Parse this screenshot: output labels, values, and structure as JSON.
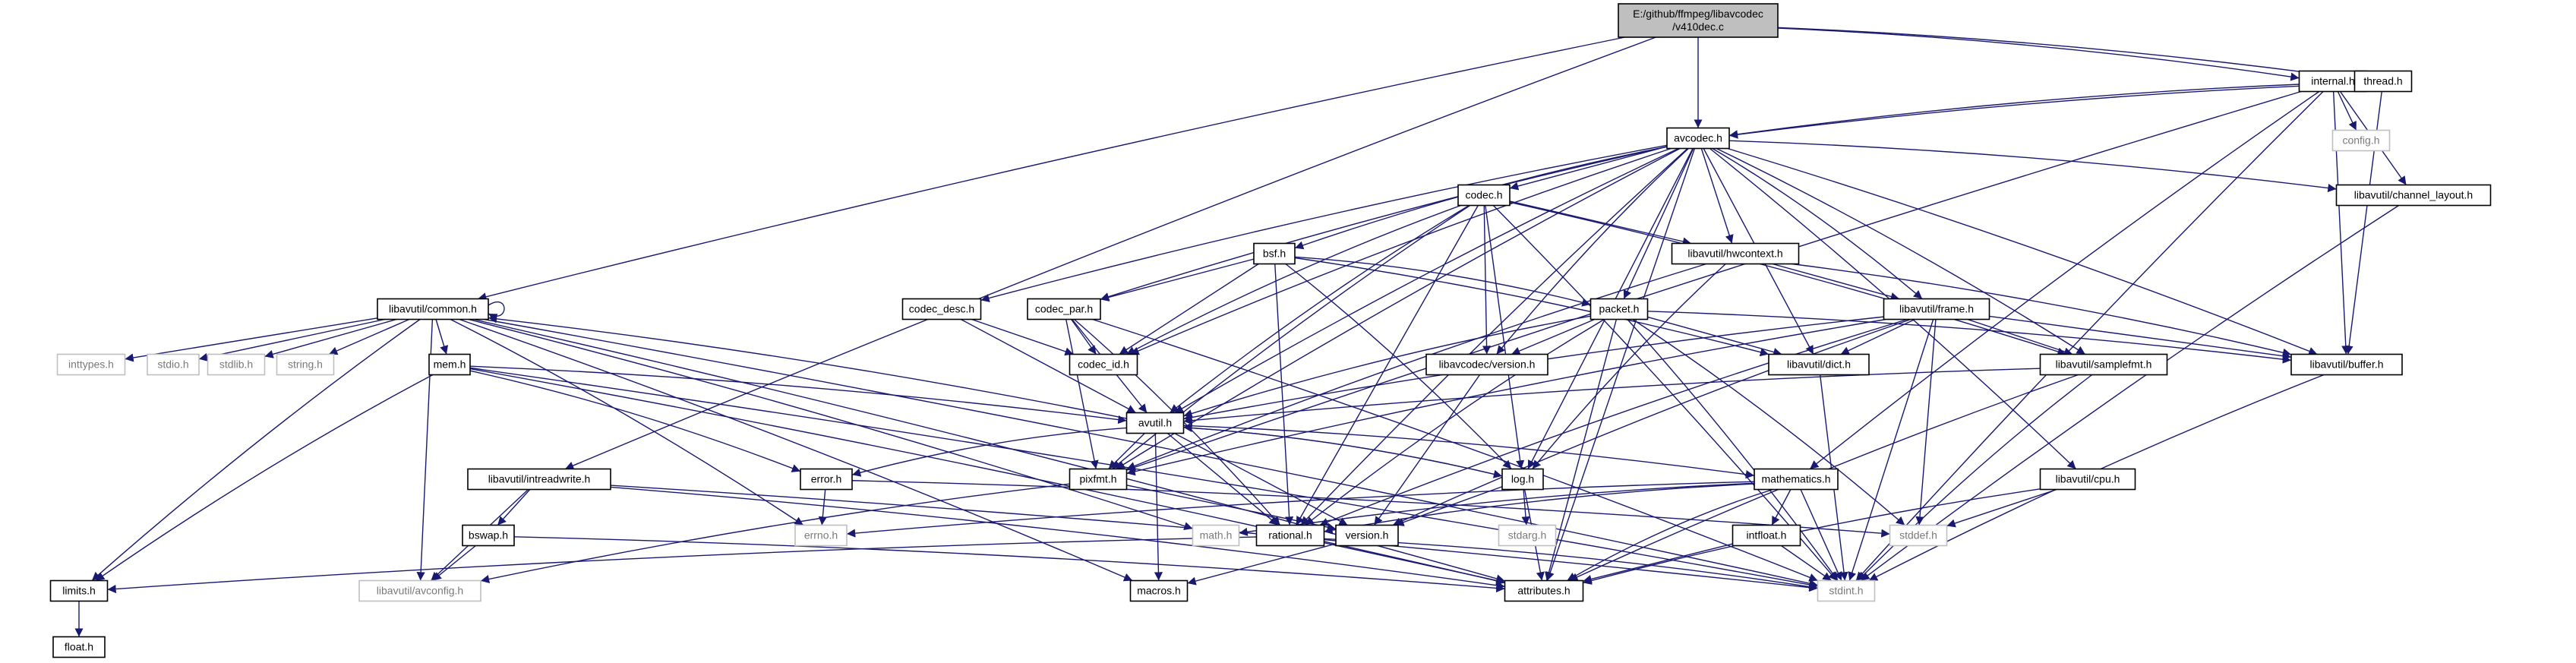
{
  "graph": {
    "colors": {
      "edge": "#191970",
      "root_fill": "#bfbfbf",
      "external_border": "#bfbfbf",
      "internal_border": "#000000"
    },
    "nodes": [
      {
        "id": "root",
        "lines": [
          "E:/github/ffmpeg/libavcodec",
          "/v410dec.c"
        ],
        "kind": "root"
      },
      {
        "id": "internal",
        "lines": [
          "internal.h"
        ],
        "kind": "int"
      },
      {
        "id": "thread",
        "lines": [
          "thread.h"
        ],
        "kind": "int"
      },
      {
        "id": "config",
        "lines": [
          "config.h"
        ],
        "kind": "ext"
      },
      {
        "id": "avcodec",
        "lines": [
          "avcodec.h"
        ],
        "kind": "int"
      },
      {
        "id": "channel_layout",
        "lines": [
          "libavutil/channel_layout.h"
        ],
        "kind": "int"
      },
      {
        "id": "codec",
        "lines": [
          "codec.h"
        ],
        "kind": "int"
      },
      {
        "id": "hwcontext",
        "lines": [
          "libavutil/hwcontext.h"
        ],
        "kind": "int"
      },
      {
        "id": "bsf",
        "lines": [
          "bsf.h"
        ],
        "kind": "int"
      },
      {
        "id": "common",
        "lines": [
          "libavutil/common.h"
        ],
        "kind": "int"
      },
      {
        "id": "codec_desc",
        "lines": [
          "codec_desc.h"
        ],
        "kind": "int"
      },
      {
        "id": "codec_par",
        "lines": [
          "codec_par.h"
        ],
        "kind": "int"
      },
      {
        "id": "packet",
        "lines": [
          "packet.h"
        ],
        "kind": "int"
      },
      {
        "id": "frame",
        "lines": [
          "libavutil/frame.h"
        ],
        "kind": "int"
      },
      {
        "id": "inttypes",
        "lines": [
          "inttypes.h"
        ],
        "kind": "ext"
      },
      {
        "id": "stdio",
        "lines": [
          "stdio.h"
        ],
        "kind": "ext"
      },
      {
        "id": "stdlib",
        "lines": [
          "stdlib.h"
        ],
        "kind": "ext"
      },
      {
        "id": "string",
        "lines": [
          "string.h"
        ],
        "kind": "ext"
      },
      {
        "id": "mem",
        "lines": [
          "mem.h"
        ],
        "kind": "int"
      },
      {
        "id": "codec_id",
        "lines": [
          "codec_id.h"
        ],
        "kind": "int"
      },
      {
        "id": "lavc_version",
        "lines": [
          "libavcodec/version.h"
        ],
        "kind": "int"
      },
      {
        "id": "dict",
        "lines": [
          "libavutil/dict.h"
        ],
        "kind": "int"
      },
      {
        "id": "samplefmt",
        "lines": [
          "libavutil/samplefmt.h"
        ],
        "kind": "int"
      },
      {
        "id": "buffer",
        "lines": [
          "libavutil/buffer.h"
        ],
        "kind": "int"
      },
      {
        "id": "avutil",
        "lines": [
          "avutil.h"
        ],
        "kind": "int"
      },
      {
        "id": "intreadwrite",
        "lines": [
          "libavutil/intreadwrite.h"
        ],
        "kind": "int"
      },
      {
        "id": "error",
        "lines": [
          "error.h"
        ],
        "kind": "int"
      },
      {
        "id": "pixfmt",
        "lines": [
          "pixfmt.h"
        ],
        "kind": "int"
      },
      {
        "id": "log",
        "lines": [
          "log.h"
        ],
        "kind": "int"
      },
      {
        "id": "mathematics",
        "lines": [
          "mathematics.h"
        ],
        "kind": "int"
      },
      {
        "id": "cpu",
        "lines": [
          "libavutil/cpu.h"
        ],
        "kind": "int"
      },
      {
        "id": "bswap",
        "lines": [
          "bswap.h"
        ],
        "kind": "int"
      },
      {
        "id": "errno",
        "lines": [
          "errno.h"
        ],
        "kind": "ext"
      },
      {
        "id": "math",
        "lines": [
          "math.h"
        ],
        "kind": "ext"
      },
      {
        "id": "rational",
        "lines": [
          "rational.h"
        ],
        "kind": "int"
      },
      {
        "id": "version",
        "lines": [
          "version.h"
        ],
        "kind": "int"
      },
      {
        "id": "stdarg",
        "lines": [
          "stdarg.h"
        ],
        "kind": "ext"
      },
      {
        "id": "intfloat",
        "lines": [
          "intfloat.h"
        ],
        "kind": "int"
      },
      {
        "id": "stddef",
        "lines": [
          "stddef.h"
        ],
        "kind": "ext"
      },
      {
        "id": "limits",
        "lines": [
          "limits.h"
        ],
        "kind": "int"
      },
      {
        "id": "avconfig",
        "lines": [
          "libavutil/avconfig.h"
        ],
        "kind": "ext"
      },
      {
        "id": "macros",
        "lines": [
          "macros.h"
        ],
        "kind": "int"
      },
      {
        "id": "attributes",
        "lines": [
          "attributes.h"
        ],
        "kind": "int"
      },
      {
        "id": "stdint",
        "lines": [
          "stdint.h"
        ],
        "kind": "ext"
      },
      {
        "id": "float",
        "lines": [
          "float.h"
        ],
        "kind": "int"
      }
    ],
    "edges": [
      [
        "root",
        "internal"
      ],
      [
        "root",
        "thread"
      ],
      [
        "root",
        "avcodec"
      ],
      [
        "root",
        "common"
      ],
      [
        "root",
        "intreadwrite"
      ],
      [
        "internal",
        "config"
      ],
      [
        "internal",
        "avcodec"
      ],
      [
        "internal",
        "channel_layout"
      ],
      [
        "internal",
        "buffer"
      ],
      [
        "internal",
        "pixfmt"
      ],
      [
        "internal",
        "mathematics"
      ],
      [
        "internal",
        "stdint"
      ],
      [
        "thread",
        "avcodec"
      ],
      [
        "thread",
        "buffer"
      ],
      [
        "avcodec",
        "codec"
      ],
      [
        "avcodec",
        "codec_desc"
      ],
      [
        "avcodec",
        "codec_par"
      ],
      [
        "avcodec",
        "bsf"
      ],
      [
        "avcodec",
        "packet"
      ],
      [
        "avcodec",
        "hwcontext"
      ],
      [
        "avcodec",
        "frame"
      ],
      [
        "avcodec",
        "channel_layout"
      ],
      [
        "avcodec",
        "samplefmt"
      ],
      [
        "avcodec",
        "buffer"
      ],
      [
        "avcodec",
        "dict"
      ],
      [
        "avcodec",
        "lavc_version"
      ],
      [
        "avcodec",
        "codec_id"
      ],
      [
        "avcodec",
        "avutil"
      ],
      [
        "avcodec",
        "log"
      ],
      [
        "avcodec",
        "pixfmt"
      ],
      [
        "avcodec",
        "rational"
      ],
      [
        "avcodec",
        "attributes"
      ],
      [
        "avcodec",
        "cpu"
      ],
      [
        "codec",
        "codec_id"
      ],
      [
        "codec",
        "lavc_version"
      ],
      [
        "codec",
        "hwcontext"
      ],
      [
        "codec",
        "avutil"
      ],
      [
        "codec",
        "log"
      ],
      [
        "codec",
        "pixfmt"
      ],
      [
        "codec",
        "rational"
      ],
      [
        "codec",
        "samplefmt"
      ],
      [
        "codec",
        "stdint"
      ],
      [
        "bsf",
        "codec_id"
      ],
      [
        "bsf",
        "codec_par"
      ],
      [
        "bsf",
        "packet"
      ],
      [
        "bsf",
        "dict"
      ],
      [
        "bsf",
        "log"
      ],
      [
        "bsf",
        "rational"
      ],
      [
        "hwcontext",
        "buffer"
      ],
      [
        "hwcontext",
        "frame"
      ],
      [
        "hwcontext",
        "log"
      ],
      [
        "hwcontext",
        "pixfmt"
      ],
      [
        "frame",
        "avutil"
      ],
      [
        "frame",
        "buffer"
      ],
      [
        "frame",
        "dict"
      ],
      [
        "frame",
        "rational"
      ],
      [
        "frame",
        "samplefmt"
      ],
      [
        "frame",
        "pixfmt"
      ],
      [
        "frame",
        "version"
      ],
      [
        "frame",
        "stddef"
      ],
      [
        "frame",
        "stdint"
      ],
      [
        "packet",
        "attributes"
      ],
      [
        "packet",
        "avutil"
      ],
      [
        "packet",
        "buffer"
      ],
      [
        "packet",
        "dict"
      ],
      [
        "packet",
        "rational"
      ],
      [
        "packet",
        "lavc_version"
      ],
      [
        "packet",
        "stddef"
      ],
      [
        "packet",
        "stdint"
      ],
      [
        "codec_desc",
        "avutil"
      ],
      [
        "codec_desc",
        "codec_id"
      ],
      [
        "codec_par",
        "avutil"
      ],
      [
        "codec_par",
        "codec_id"
      ],
      [
        "codec_par",
        "pixfmt"
      ],
      [
        "codec_par",
        "rational"
      ],
      [
        "codec_par",
        "stdint"
      ],
      [
        "common",
        "inttypes"
      ],
      [
        "common",
        "stdio"
      ],
      [
        "common",
        "stdlib"
      ],
      [
        "common",
        "string"
      ],
      [
        "common",
        "mem"
      ],
      [
        "common",
        "avconfig"
      ],
      [
        "common",
        "limits"
      ],
      [
        "common",
        "math"
      ],
      [
        "common",
        "attributes"
      ],
      [
        "common",
        "macros"
      ],
      [
        "common",
        "errno"
      ],
      [
        "common",
        "stdint"
      ],
      [
        "common",
        "common"
      ],
      [
        "mem",
        "attributes"
      ],
      [
        "mem",
        "error"
      ],
      [
        "mem",
        "avutil"
      ],
      [
        "mem",
        "limits"
      ],
      [
        "mem",
        "stdint"
      ],
      [
        "avutil",
        "common"
      ],
      [
        "avutil",
        "error"
      ],
      [
        "avutil",
        "pixfmt"
      ],
      [
        "avutil",
        "log"
      ],
      [
        "avutil",
        "rational"
      ],
      [
        "avutil",
        "macros"
      ],
      [
        "avutil",
        "mathematics"
      ],
      [
        "avutil",
        "version"
      ],
      [
        "samplefmt",
        "avutil"
      ],
      [
        "samplefmt",
        "attributes"
      ],
      [
        "samplefmt",
        "stdint"
      ],
      [
        "buffer",
        "stdint"
      ],
      [
        "dict",
        "stdint"
      ],
      [
        "channel_layout",
        "stdint"
      ],
      [
        "lavc_version",
        "version"
      ],
      [
        "error",
        "errno"
      ],
      [
        "error",
        "stddef"
      ],
      [
        "log",
        "attributes"
      ],
      [
        "log",
        "stdarg"
      ],
      [
        "log",
        "version"
      ],
      [
        "log",
        "avutil"
      ],
      [
        "pixfmt",
        "avconfig"
      ],
      [
        "pixfmt",
        "version"
      ],
      [
        "mathematics",
        "stdint"
      ],
      [
        "mathematics",
        "math"
      ],
      [
        "mathematics",
        "attributes"
      ],
      [
        "mathematics",
        "rational"
      ],
      [
        "mathematics",
        "intfloat"
      ],
      [
        "mathematics",
        "errno"
      ],
      [
        "cpu",
        "attributes"
      ],
      [
        "cpu",
        "stddef"
      ],
      [
        "intreadwrite",
        "avconfig"
      ],
      [
        "intreadwrite",
        "attributes"
      ],
      [
        "intreadwrite",
        "bswap"
      ],
      [
        "intreadwrite",
        "stdint"
      ],
      [
        "bswap",
        "avconfig"
      ],
      [
        "bswap",
        "attributes"
      ],
      [
        "rational",
        "attributes"
      ],
      [
        "rational",
        "stdint"
      ],
      [
        "rational",
        "limits"
      ],
      [
        "version",
        "macros"
      ],
      [
        "intfloat",
        "attributes"
      ],
      [
        "intfloat",
        "stdint"
      ],
      [
        "limits",
        "float"
      ]
    ]
  }
}
